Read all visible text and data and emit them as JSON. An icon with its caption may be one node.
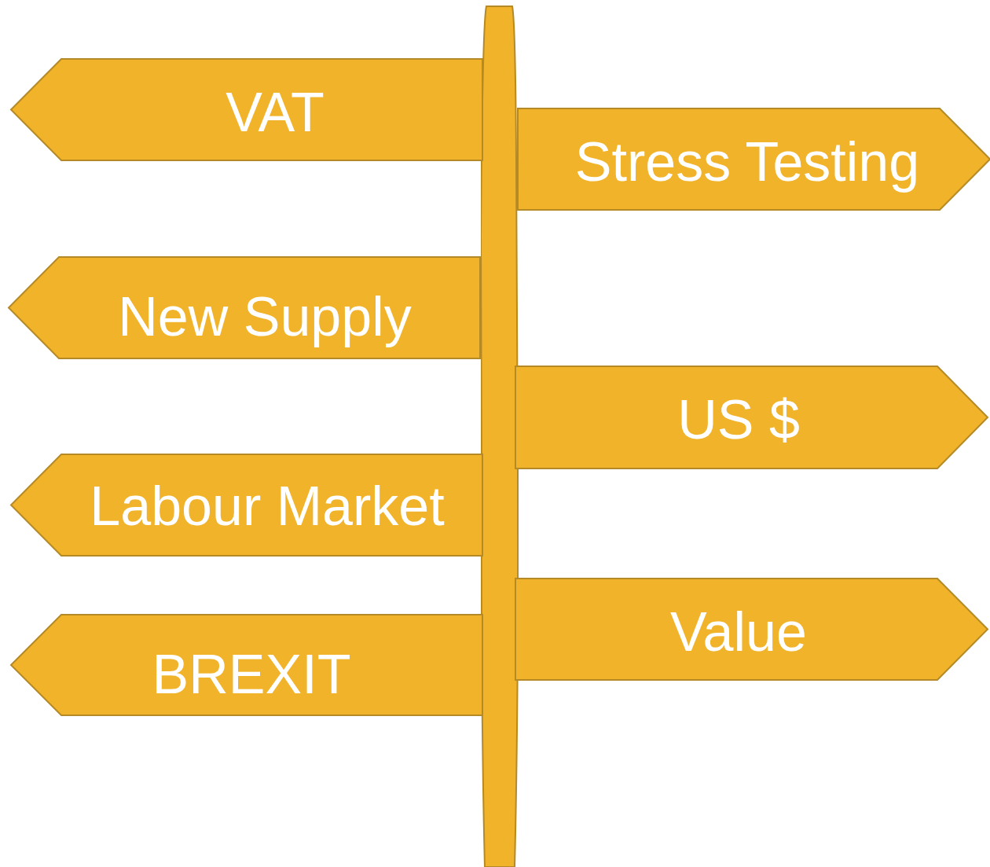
{
  "diagram": {
    "nodes": [
      {
        "text": [
          "VAT"
        ]
      },
      {
        "text": [
          "Stress Testing"
        ]
      },
      {
        "text": [
          "New Supply"
        ]
      },
      {
        "text": [
          "US $"
        ]
      },
      {
        "text": [
          "Labour Market"
        ]
      },
      {
        "text": [
          "Value"
        ]
      },
      {
        "text": [
          "BREXIT"
        ]
      },
      {
        "text": [],
        "shape": "bar"
      }
    ]
  }
}
